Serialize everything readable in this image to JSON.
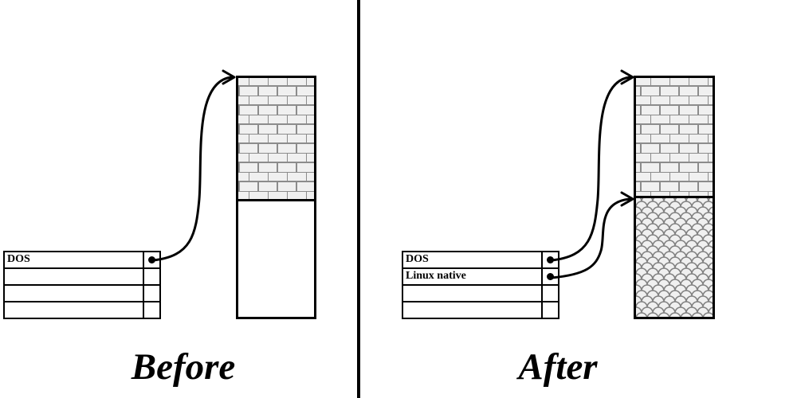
{
  "panels": {
    "before": {
      "caption": "Before",
      "table_rows": [
        {
          "label": "DOS",
          "has_pointer": true
        },
        {
          "label": "",
          "has_pointer": false
        },
        {
          "label": "",
          "has_pointer": false
        },
        {
          "label": "",
          "has_pointer": false
        }
      ],
      "disk_sections": [
        {
          "pattern": "brick"
        },
        {
          "pattern": "empty"
        }
      ],
      "arrow_count": 1
    },
    "after": {
      "caption": "After",
      "table_rows": [
        {
          "label": "DOS",
          "has_pointer": true
        },
        {
          "label": "Linux native",
          "has_pointer": true
        },
        {
          "label": "",
          "has_pointer": false
        },
        {
          "label": "",
          "has_pointer": false
        }
      ],
      "disk_sections": [
        {
          "pattern": "brick"
        },
        {
          "pattern": "scales"
        }
      ],
      "arrow_count": 2
    }
  },
  "colors": {
    "line": "#000000",
    "background": "#ffffff",
    "pattern_fill": "#f0f0f0",
    "pattern_stroke": "#8c8c8c"
  }
}
